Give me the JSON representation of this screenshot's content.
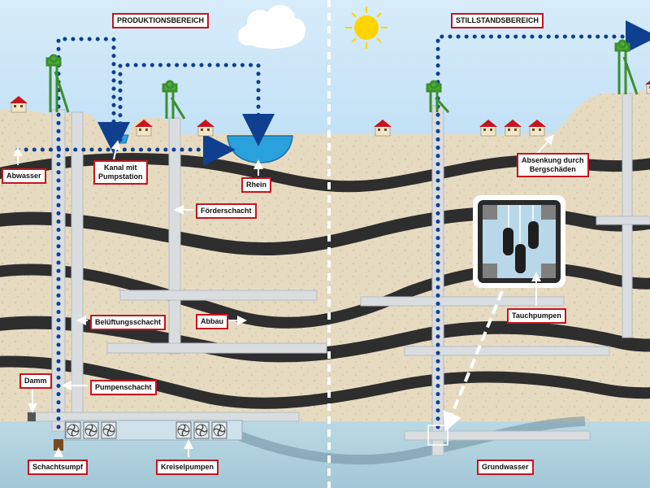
{
  "sections": {
    "production": "PRODUKTIONSBEREICH",
    "standstill": "STILLSTANDSBEREICH"
  },
  "labels": {
    "abwasser": "Abwasser",
    "kanal": "Kanal mit\nPumpstation",
    "rhein": "Rhein",
    "foerderschacht": "Förderschacht",
    "belueftungsschacht": "Belüftungsschacht",
    "abbau": "Abbau",
    "pumpenschacht": "Pumpenschacht",
    "damm": "Damm",
    "schachtsumpf": "Schachtsumpf",
    "kreiselpumpen": "Kreiselpumpen",
    "grundwasser": "Grundwasser",
    "tauchpumpen": "Tauchpumpen",
    "absenkung": "Absenkung durch\nBergschäden"
  },
  "colors": {
    "sky_top": "#cfe8f8",
    "sky_bottom": "#8fc6ec",
    "soil": "#e7dcc2",
    "coal": "#2b2b2b",
    "groundwater": "#a9cfe0",
    "shaft": "#d9dde0",
    "water_flow": "#0f3f8f",
    "label_border": "#c8141e",
    "headframe": "#4cae3a",
    "roof": "#c8141e",
    "house_wall": "#f2e6c8",
    "river": "#2aa0dd",
    "sun": "#ffd400"
  },
  "icons": [
    "sun-icon",
    "cloud-icon",
    "headframe-icon",
    "house-icon",
    "centrifugal-pump-icon",
    "submersible-pump-icon",
    "arrow-icon"
  ]
}
